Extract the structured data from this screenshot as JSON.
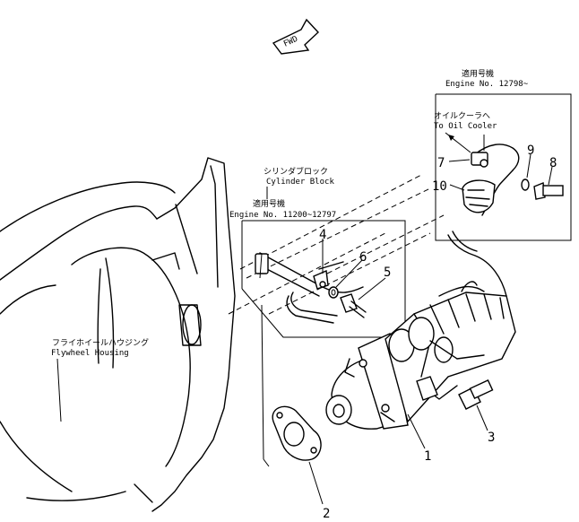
{
  "fwd_arrow": "FWD",
  "labels": {
    "cylinder_block_jp": "シリンダブロック",
    "cylinder_block_en": "Cylinder Block",
    "flywheel_housing_jp": "フライホイールハウジング",
    "flywheel_housing_en": "Flywheel Housing",
    "applic_1_jp": "適用号機",
    "applic_1_en": "Engine No. 11200~12797",
    "applic_2_jp": "適用号機",
    "applic_2_en": "Engine No. 12798~",
    "oil_cooler_jp": "オイルクーラへ",
    "oil_cooler_en": "To Oil Cooler"
  },
  "part_numbers": [
    "1",
    "2",
    "3",
    "4",
    "5",
    "6",
    "7",
    "8",
    "9",
    "10"
  ]
}
